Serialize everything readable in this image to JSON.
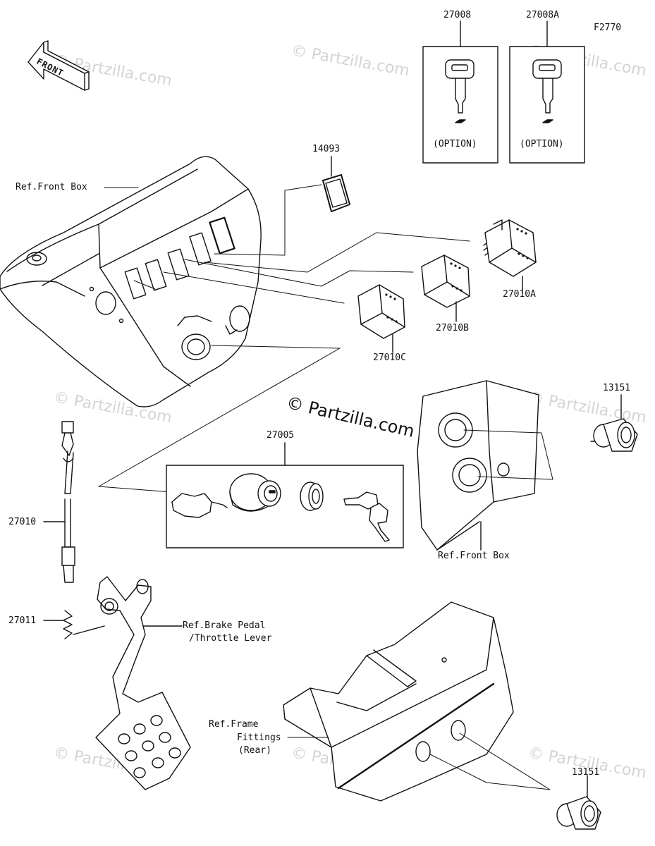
{
  "figure_code": "F2770",
  "front_arrow_label": "FRONT",
  "watermark": "© Partzilla.com",
  "center_watermark": "© Partzilla.com",
  "parts": {
    "p27008": "27008",
    "p27008A": "27008A",
    "option1": "(OPTION)",
    "option2": "(OPTION)",
    "p14093": "14093",
    "p27010A": "27010A",
    "p27010B": "27010B",
    "p27010C": "27010C",
    "p27005": "27005",
    "p13151_top": "13151",
    "p13151_bottom": "13151",
    "p27010": "27010",
    "p27011": "27011"
  },
  "refs": {
    "front_box_top": "Ref.Front Box",
    "front_box_right": "Ref.Front Box",
    "brake_pedal_1": "Ref.Brake Pedal",
    "brake_pedal_2": "/Throttle Lever",
    "frame_1": "Ref.Frame",
    "frame_2": "Fittings",
    "frame_3": "(Rear)"
  }
}
